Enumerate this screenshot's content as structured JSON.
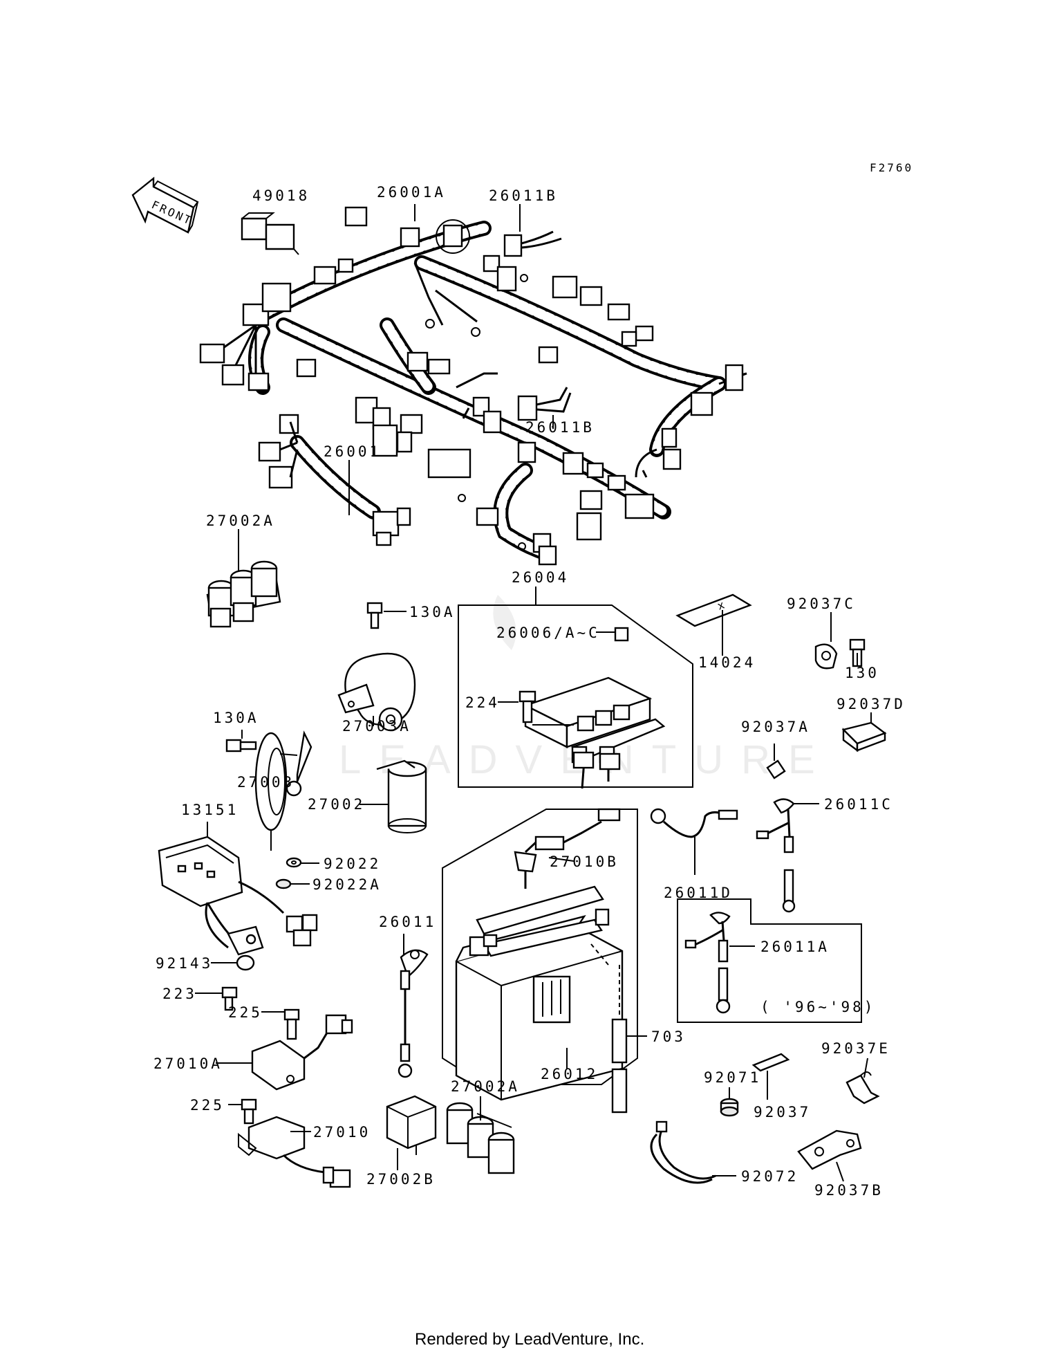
{
  "figure_code": "F2760",
  "direction_label": "FRONT",
  "watermark": "LEADVENTURE",
  "footer": "Rendered by LeadVenture, Inc.",
  "parts": {
    "p49018": "49018",
    "p26001A": "26001A",
    "p26011B_top": "26011B",
    "p26011B_mid": "26011B",
    "p26001": "26001",
    "p27002A_top": "27002A",
    "p26004": "26004",
    "p130A_a": "130A",
    "p130A_b": "130A",
    "p26006": "26006/A~C",
    "p224": "224",
    "p14024": "14024",
    "p92037C": "92037C",
    "p130": "130",
    "p27003A": "27003A",
    "p27003": "27003",
    "p92037D": "92037D",
    "p92037A": "92037A",
    "p27002": "27002",
    "p13151": "13151",
    "p26011C": "26011C",
    "p27010B": "27010B",
    "p26011D": "26011D",
    "p92022": "92022",
    "p92022A": "92022A",
    "p26011": "26011",
    "p26011A": "26011A",
    "p92143": "92143",
    "p223": "223",
    "year_range": "( '96~'98)",
    "p225_a": "225",
    "p703": "703",
    "p27010A": "27010A",
    "p26012": "26012",
    "p92037E": "92037E",
    "p27002A_bot": "27002A",
    "p92071": "92071",
    "p225_b": "225",
    "p27010": "27010",
    "p92037": "92037",
    "p27002B": "27002B",
    "p92072": "92072",
    "p92037B": "92037B"
  }
}
